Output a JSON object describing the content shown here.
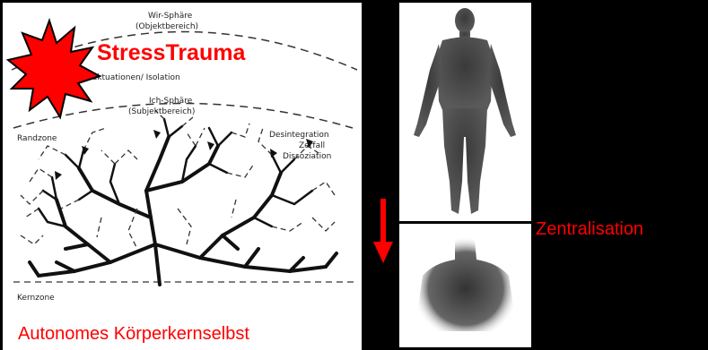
{
  "diagram": {
    "top_label_line1": "Wir-Sphäre",
    "top_label_line2": "(Objektbereich)",
    "fluctuation_label": "Kritische Fluktuationen/ Isolation",
    "middle_label_line1": "Ich-Sphäre",
    "middle_label_line2": "(Subjektbereich)",
    "left_label": "Randzone",
    "right_label_line1": "Desintegration",
    "right_label_line2": "Zerfall",
    "right_label_line3": "Dissoziation",
    "bottom_label": "Kernzone",
    "burst_title": "StressTrauma",
    "caption": "Autonomes Körperkernselbst"
  },
  "right": {
    "caption": "Zentralisation"
  },
  "colors": {
    "accent": "#ff0000",
    "background": "#000000",
    "panel": "#ffffff"
  }
}
